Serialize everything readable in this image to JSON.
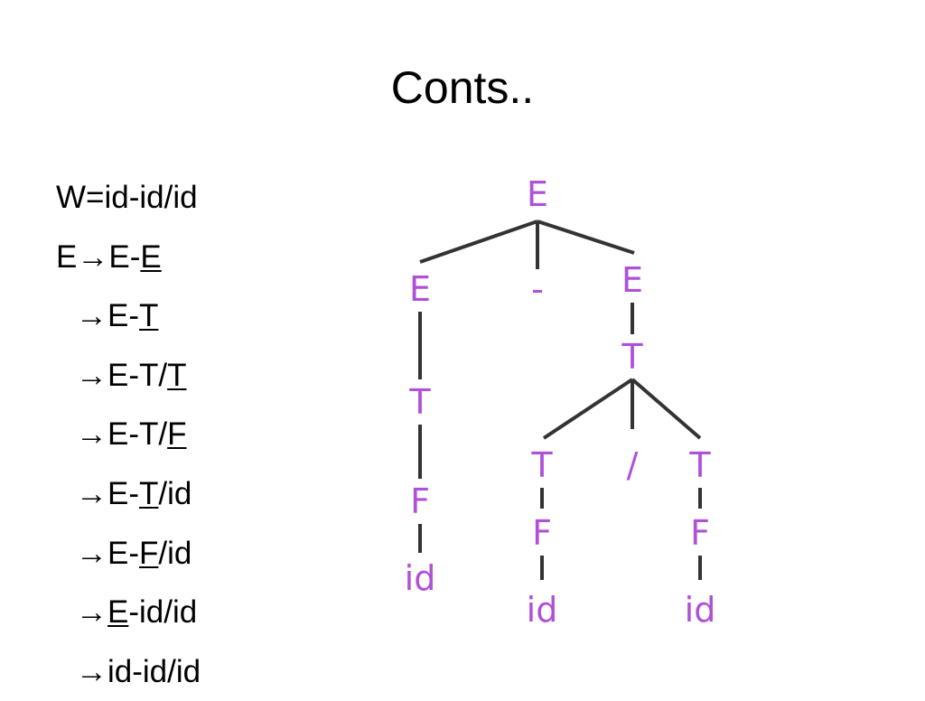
{
  "slide": {
    "title": "Conts.."
  },
  "derivation": {
    "lines": [
      {
        "pre": "W=id-id/id",
        "u": "",
        "post": "",
        "arrow": false
      },
      {
        "pre": "E",
        "arrow": true,
        "mid": "E-",
        "u": "E",
        "post": ""
      },
      {
        "pre": "",
        "arrow": true,
        "mid": "E-",
        "u": "T",
        "post": ""
      },
      {
        "pre": "",
        "arrow": true,
        "mid": "E-T/",
        "u": "T",
        "post": ""
      },
      {
        "pre": "",
        "arrow": true,
        "mid": "E-T/",
        "u": "F",
        "post": ""
      },
      {
        "pre": "",
        "arrow": true,
        "mid": "E-",
        "u": "T",
        "post": "/id"
      },
      {
        "pre": "",
        "arrow": true,
        "mid": "E-",
        "u": "F",
        "post": "/id"
      },
      {
        "pre": "",
        "arrow": true,
        "mid": "",
        "u": "E",
        "post": "-id/id"
      },
      {
        "pre": "",
        "arrow": true,
        "mid": "id-id/id",
        "u": "",
        "post": ""
      }
    ],
    "arrow_glyph": "→"
  },
  "parse_tree": {
    "node_color": "#b050d8",
    "edge_color": "#333333",
    "nodes": [
      {
        "id": "n0",
        "label": "E"
      },
      {
        "id": "n1",
        "label": "E"
      },
      {
        "id": "n2",
        "label": "-"
      },
      {
        "id": "n3",
        "label": "E"
      },
      {
        "id": "n4",
        "label": "T"
      },
      {
        "id": "n5",
        "label": "F"
      },
      {
        "id": "n6",
        "label": "id"
      },
      {
        "id": "n7",
        "label": "T"
      },
      {
        "id": "n8",
        "label": "T"
      },
      {
        "id": "n9",
        "label": "/"
      },
      {
        "id": "n10",
        "label": "T"
      },
      {
        "id": "n11",
        "label": "F"
      },
      {
        "id": "n12",
        "label": "id"
      },
      {
        "id": "n13",
        "label": "F"
      },
      {
        "id": "n14",
        "label": "id"
      }
    ],
    "edges": [
      [
        "n0",
        "n1"
      ],
      [
        "n0",
        "n2"
      ],
      [
        "n0",
        "n3"
      ],
      [
        "n1",
        "n4"
      ],
      [
        "n4",
        "n5"
      ],
      [
        "n5",
        "n6"
      ],
      [
        "n3",
        "n7"
      ],
      [
        "n7",
        "n8"
      ],
      [
        "n7",
        "n9"
      ],
      [
        "n7",
        "n10"
      ],
      [
        "n8",
        "n11"
      ],
      [
        "n11",
        "n12"
      ],
      [
        "n10",
        "n13"
      ],
      [
        "n13",
        "n14"
      ]
    ]
  }
}
